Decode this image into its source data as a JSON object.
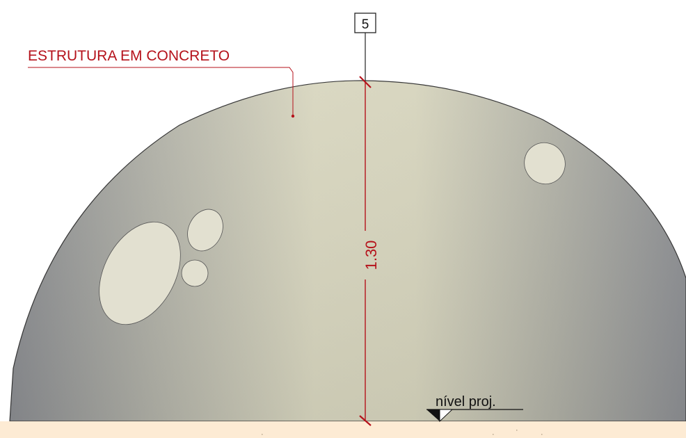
{
  "drawing": {
    "label_structure": "ESTRUTURA EM CONCRETO",
    "grid_marker": "5",
    "dimension_value": "1.30",
    "level_label": "nível proj."
  },
  "colors": {
    "annotation_red": "#b5121b",
    "dome_light": "#d9d7c0",
    "dome_dark": "#8e9092",
    "ground": "#fdebd4",
    "spot_fill": "#e2e0d0",
    "outline": "#333333"
  }
}
